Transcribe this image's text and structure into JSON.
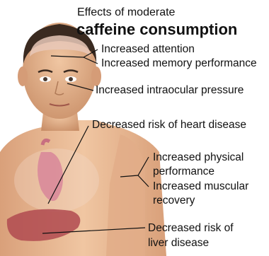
{
  "title": {
    "line1": "Effects of moderate",
    "line2": "caffeine consumption"
  },
  "effects": {
    "brain": [
      "Increased attention",
      "Increased memory performance"
    ],
    "eye": "Increased intraocular pressure",
    "heart": "Decreased risk of heart disease",
    "muscle": [
      "Increased physical",
      "performance",
      "Increased muscular",
      "recovery"
    ],
    "liver": [
      "Decreased risk of",
      "liver disease"
    ]
  },
  "colors": {
    "skin": "#e6b48e",
    "skin_shadow": "#c98f68",
    "hair": "#3a2a20",
    "brain": "#e8c8b8",
    "heart": "#d98a9a",
    "liver": "#b04a50",
    "text": "#111111",
    "line": "#111111"
  }
}
